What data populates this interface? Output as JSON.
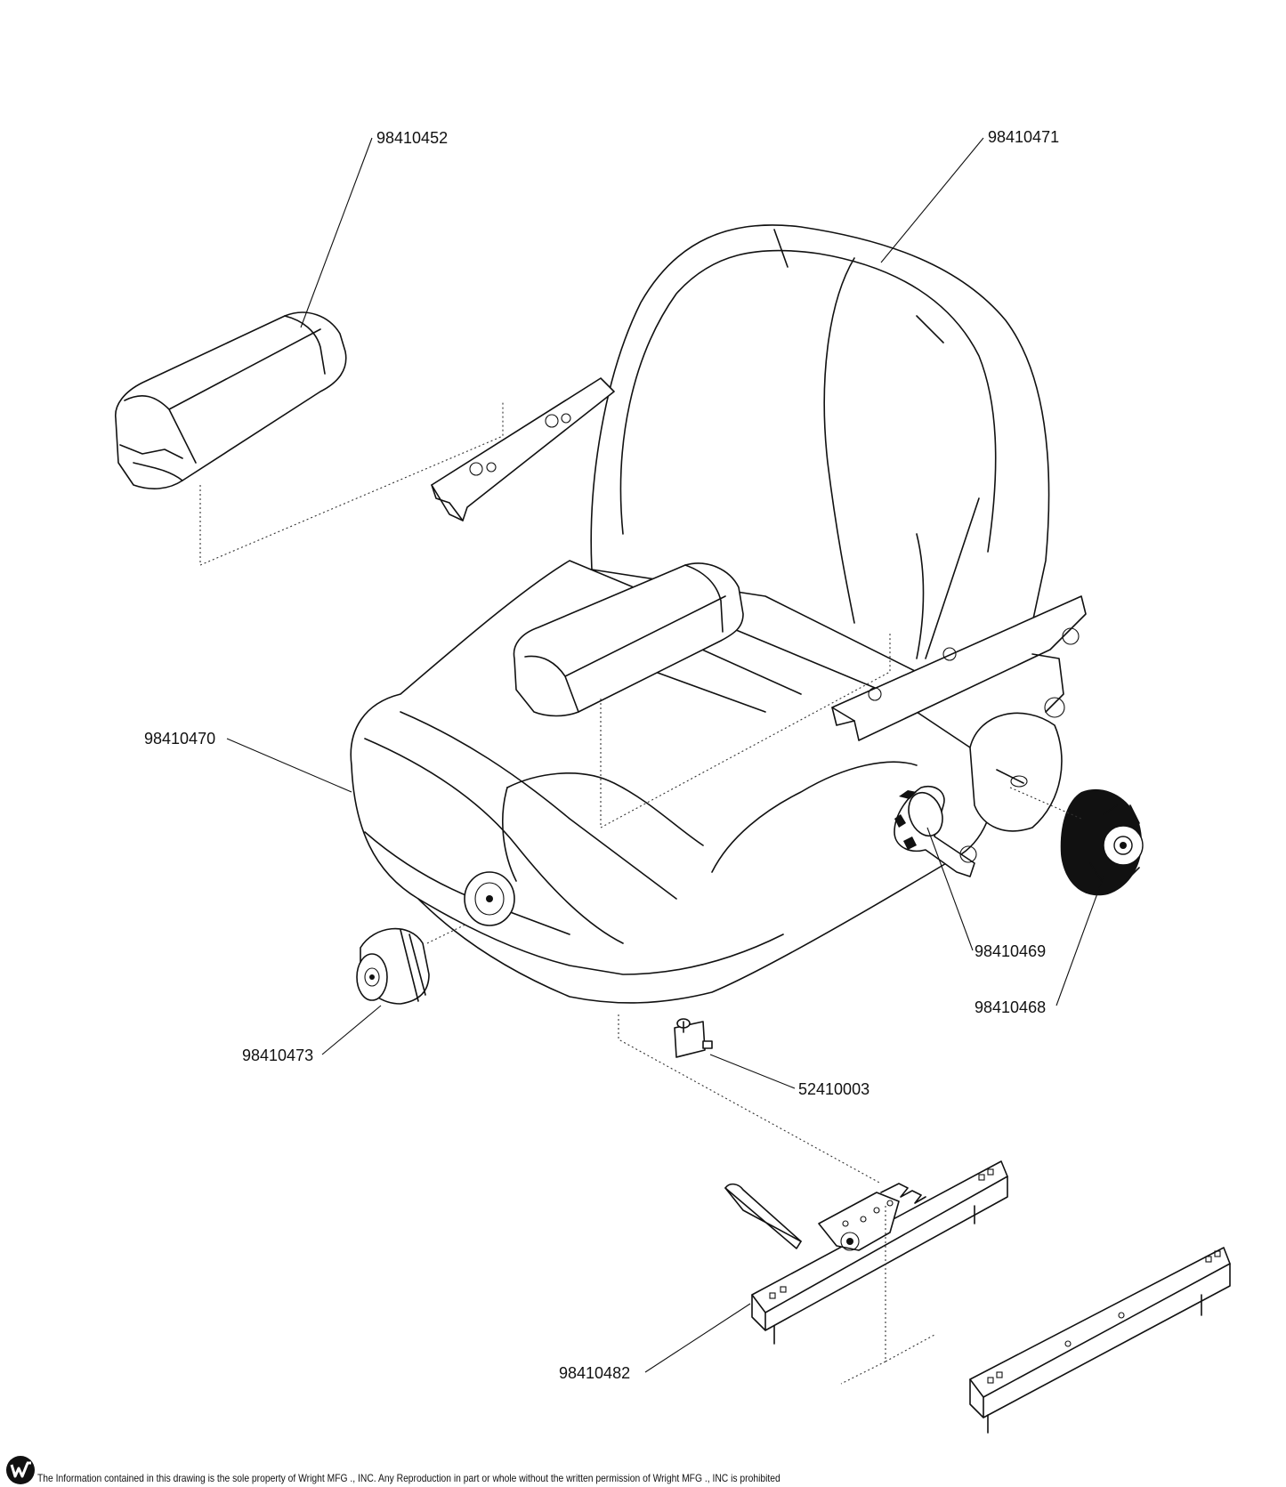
{
  "parts": {
    "armrest": "98410452",
    "backrest": "98410471",
    "seat_cushion": "98410470",
    "recline_lever": "98410469",
    "adjust_knob": "98410468",
    "lumbar_knob": "98410473",
    "switch": "52410003",
    "slide_rail": "98410482"
  },
  "footer": {
    "notice": "The Information contained in this drawing is the sole property of Wright MFG ., INC. Any Reproduction in part or whole without the written permission of Wright MFG ., INC is prohibited"
  }
}
